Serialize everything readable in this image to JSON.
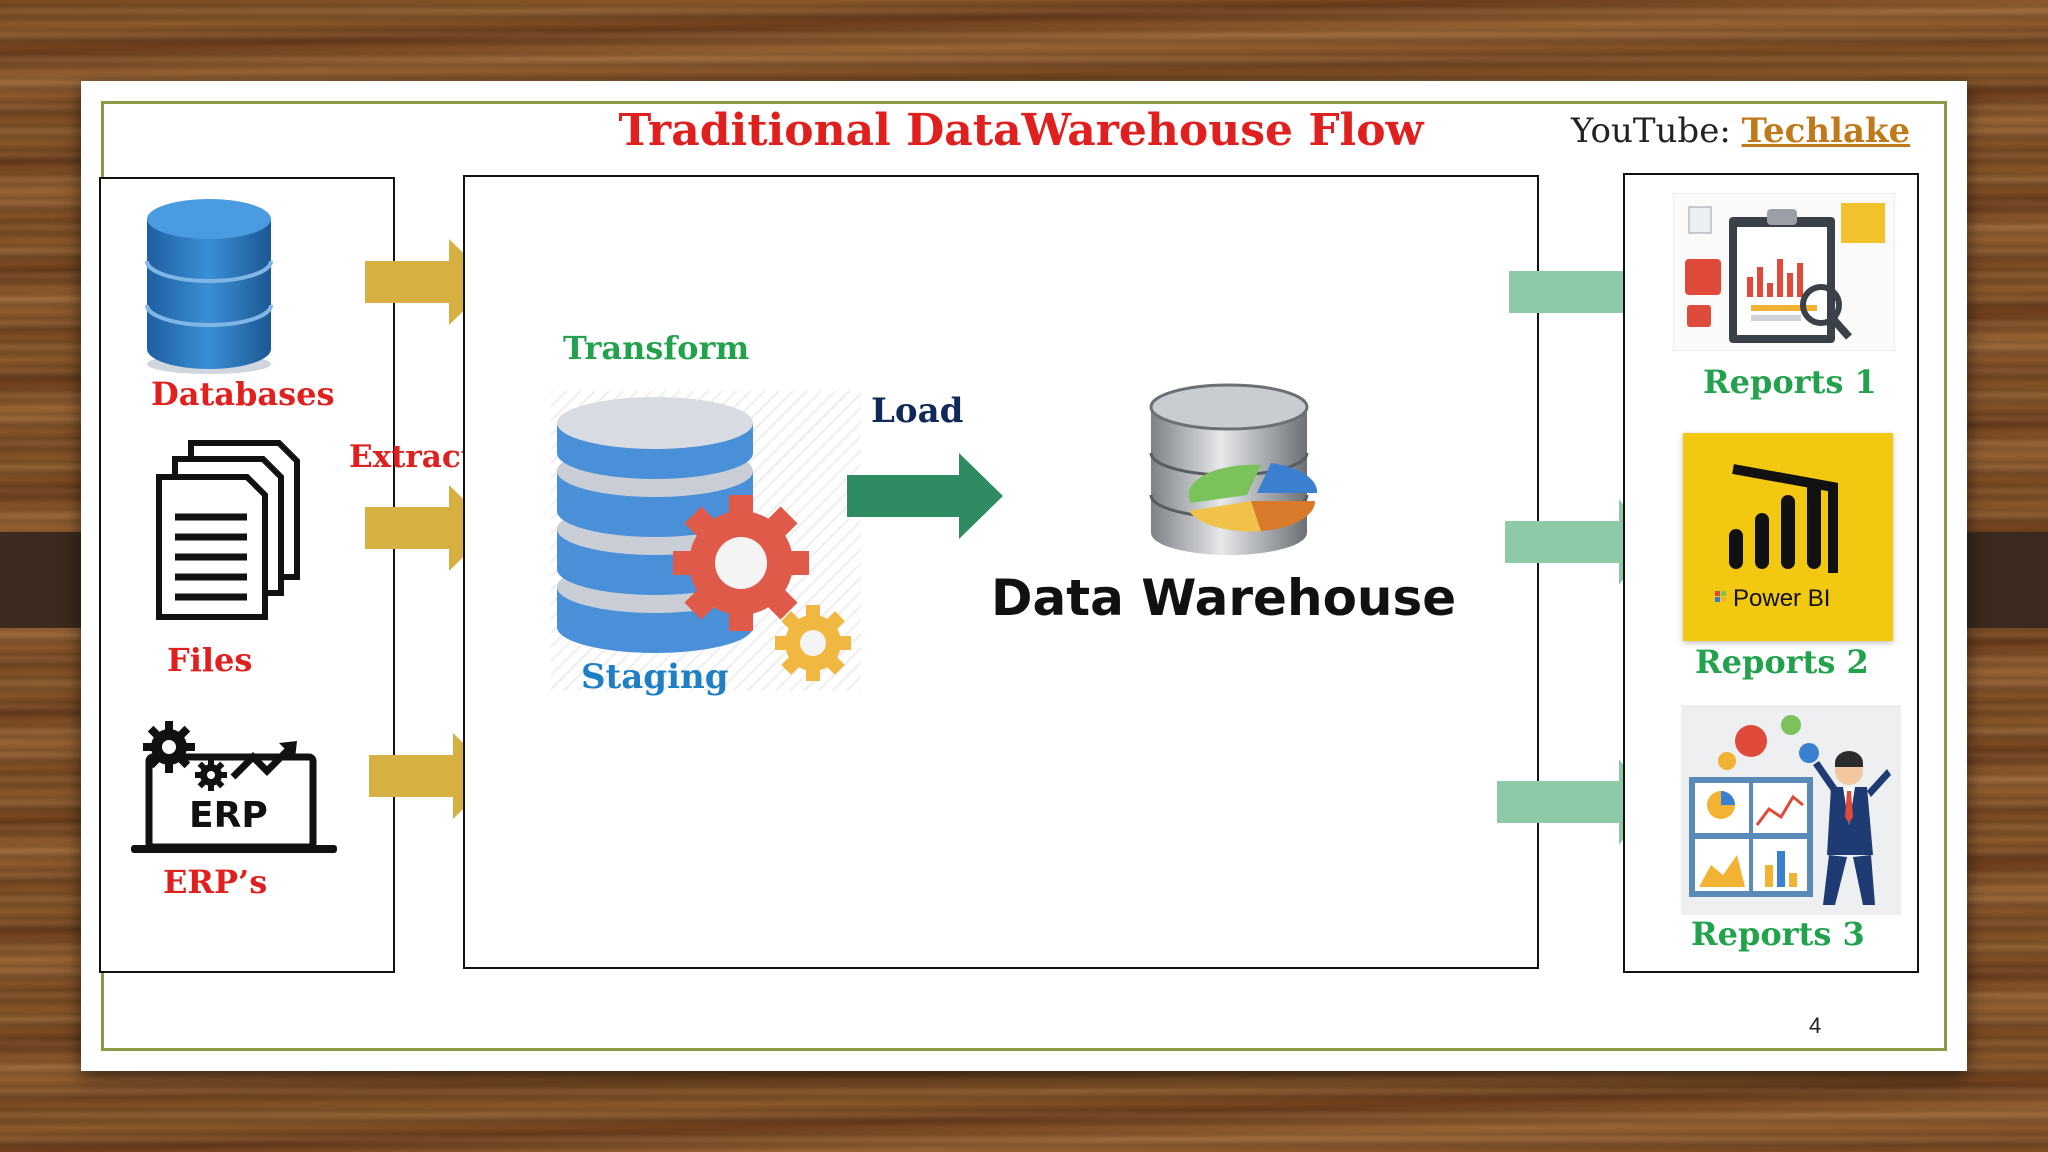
{
  "slide": {
    "title": "Traditional DataWarehouse Flow",
    "youtube_prefix": "YouTube: ",
    "youtube_channel": "Techlake",
    "page_number": "4"
  },
  "sources": {
    "databases": "Databases",
    "files": "Files",
    "erp_icon_text": "ERP",
    "erps": "ERP’s"
  },
  "process": {
    "extract": "Extract",
    "transform": "Transform",
    "staging": "Staging",
    "load": "Load",
    "data_warehouse": "Data Warehouse"
  },
  "reports": {
    "r1": "Reports 1",
    "r2": "Reports 2",
    "r2_icon_text": "Power BI",
    "r3": "Reports 3"
  },
  "colors": {
    "title_red": "#e0201e",
    "green_label": "#23a24d",
    "staging_blue": "#1f7fc4",
    "load_navy": "#0f2a58",
    "extract_arrow": "#d6b040",
    "load_arrow": "#2e8b62",
    "report_arrow": "#8fcaa8",
    "frame_border": "#8a9a47"
  }
}
